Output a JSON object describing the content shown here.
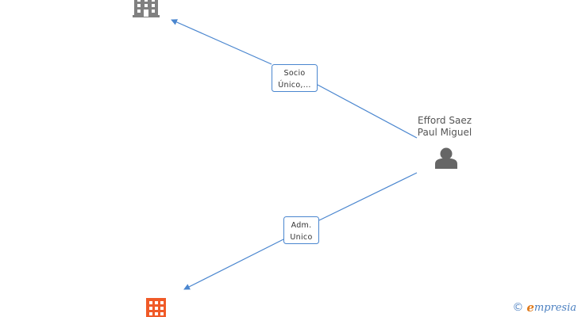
{
  "nodes": {
    "company_top": {
      "type": "company",
      "color": "#808080"
    },
    "person": {
      "type": "person",
      "name_line1": "Efford Saez",
      "name_line2": "Paul Miguel",
      "color": "#666666"
    },
    "company_bottom": {
      "type": "company",
      "color": "#f05a28"
    }
  },
  "edges": [
    {
      "from": "person",
      "to": "company_top",
      "label_line1": "Socio",
      "label_line2": "Único,..."
    },
    {
      "from": "person",
      "to": "company_bottom",
      "label_line1": "Adm.",
      "label_line2": "Unico"
    }
  ],
  "colors": {
    "edge": "#4a86cf",
    "label_text": "#333333",
    "node_text": "#555555"
  },
  "watermark": {
    "copyright": "©",
    "brand_initial": "e",
    "brand_rest": "mpresia"
  }
}
